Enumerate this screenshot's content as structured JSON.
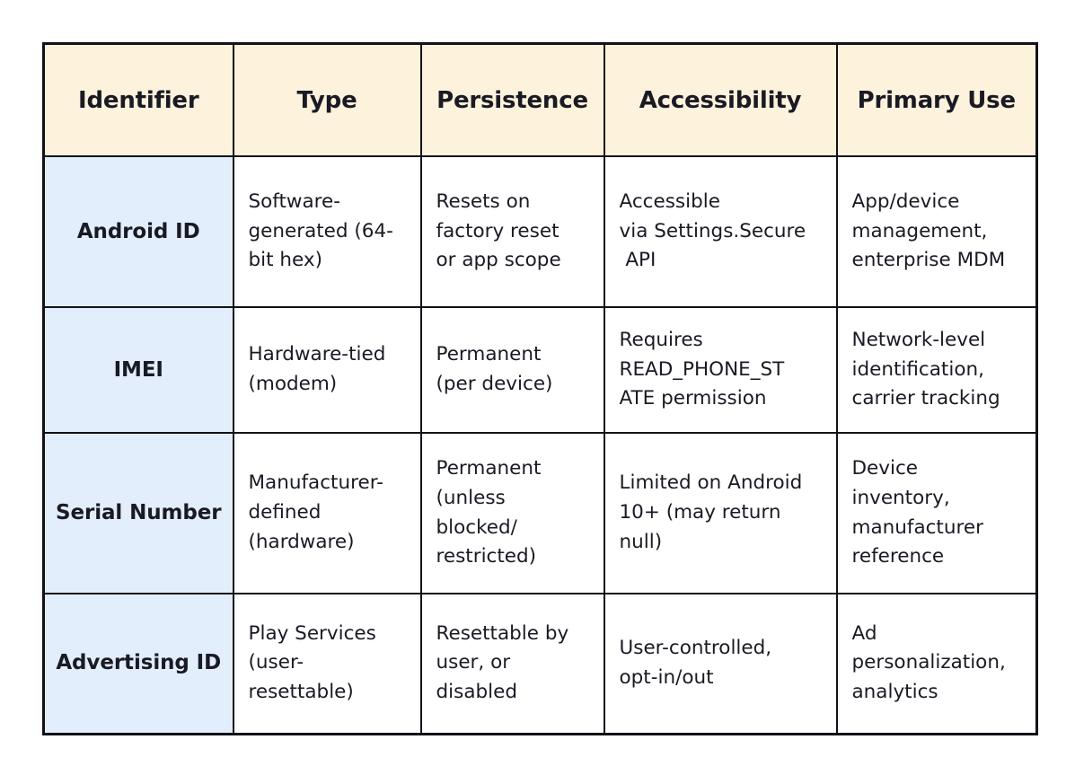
{
  "table": {
    "headers": [
      "Identifier",
      "Type",
      "Persistence",
      "Accessibility",
      "Primary Use"
    ],
    "rows": [
      {
        "identifier": "Android ID",
        "type": "Software-generated (64-bit hex)",
        "type_lines": [
          "Software-",
          "generated (64-",
          "bit hex)"
        ],
        "persistence": "Resets on factory reset or app scope",
        "persistence_lines": [
          "Resets on",
          "factory reset",
          "or app scope"
        ],
        "accessibility": "Accessible via Settings.Secure API",
        "accessibility_lines": [
          "Accessible",
          "via Settings.Secure",
          " API"
        ],
        "primary_use": "App/device management, enterprise MDM",
        "primary_use_lines": [
          "App/device",
          "management,",
          "enterprise MDM"
        ]
      },
      {
        "identifier": "IMEI",
        "type": "Hardware-tied (modem)",
        "type_lines": [
          "Hardware-tied",
          "(modem)"
        ],
        "persistence": "Permanent (per device)",
        "persistence_lines": [
          "Permanent",
          "(per device)"
        ],
        "accessibility": "Requires READ_PHONE_STATE permission",
        "accessibility_lines": [
          "Requires",
          "READ_PHONE_ST",
          "ATE permission"
        ],
        "primary_use": "Network-level identification, carrier tracking",
        "primary_use_lines": [
          "Network-level",
          "identification,",
          "carrier tracking"
        ]
      },
      {
        "identifier": "Serial Number",
        "identifier_lines": [
          "Serial",
          "Number"
        ],
        "type": "Manufacturer-defined (hardware)",
        "type_lines": [
          "Manufacturer-",
          "defined",
          "(hardware)"
        ],
        "persistence": "Permanent (unless blocked/restricted)",
        "persistence_lines": [
          "Permanent",
          "(unless",
          "blocked/",
          "restricted)"
        ],
        "accessibility": "Limited on Android 10+ (may return null)",
        "accessibility_lines": [
          "Limited on Android",
          "10+ (may return",
          "null)"
        ],
        "primary_use": "Device inventory, manufacturer reference",
        "primary_use_lines": [
          "Device",
          "inventory,",
          "manufacturer",
          "reference"
        ]
      },
      {
        "identifier": "Advertising ID",
        "identifier_lines": [
          "Advertising",
          "ID"
        ],
        "type": "Play Services (user-resettable)",
        "type_lines": [
          "Play Services",
          "(user-",
          "resettable)"
        ],
        "persistence": "Resettable by user, or disabled",
        "persistence_lines": [
          "Resettable by",
          "user, or",
          "disabled"
        ],
        "accessibility": "User-controlled, opt-in/out",
        "accessibility_lines": [
          "User-controlled,",
          "opt-in/out"
        ],
        "primary_use": "Ad personalization, analytics",
        "primary_use_lines": [
          "Ad",
          "personalization,",
          "analytics"
        ]
      }
    ]
  },
  "colors": {
    "header_background": "#FDF2DC",
    "rowhead_background": "#E2EEFB",
    "cell_background": "#FFFFFF",
    "border": "#111118",
    "text": "#1A1A24"
  }
}
